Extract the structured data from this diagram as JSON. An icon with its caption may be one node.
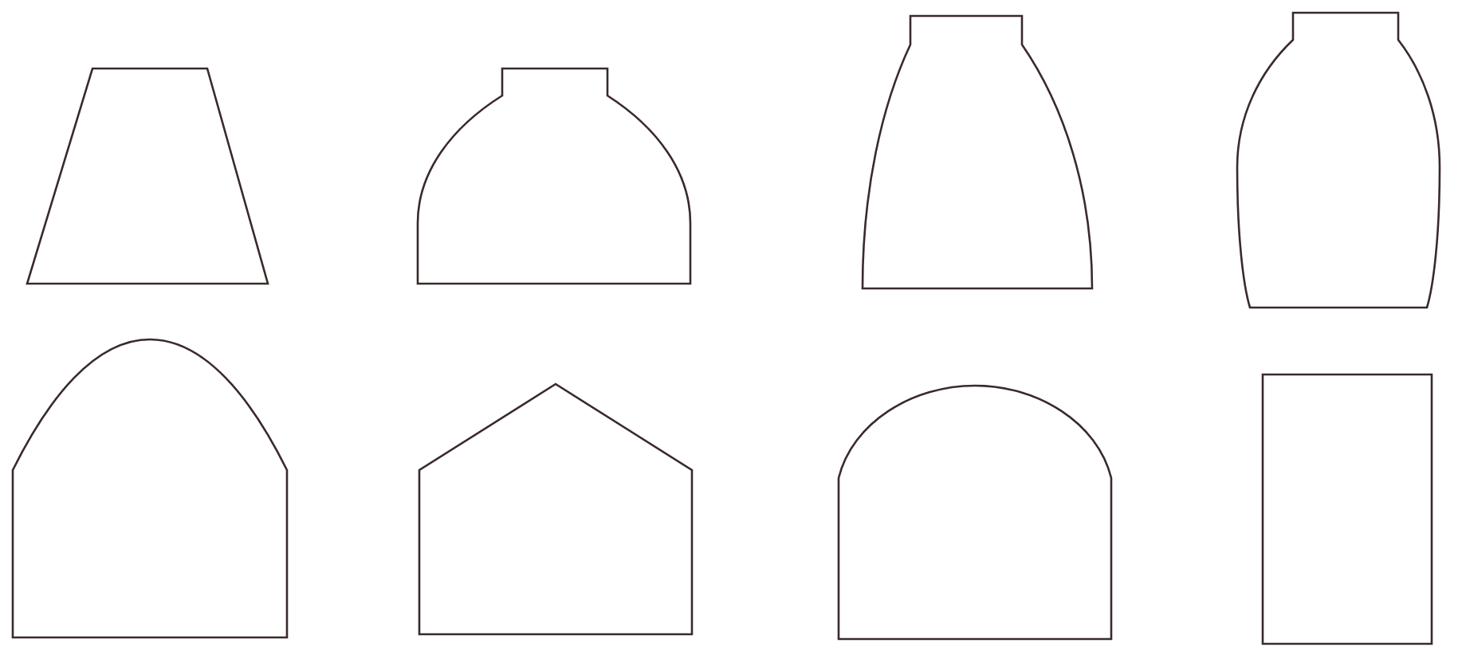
{
  "diagram": {
    "nodes": [
      {
        "text": [],
        "shape": "trapezoid"
      },
      {
        "text": [],
        "shape": "vase"
      },
      {
        "text": [],
        "shape": "vase"
      },
      {
        "text": [],
        "shape": "vase"
      },
      {
        "text": [],
        "shape": "arch"
      },
      {
        "text": [],
        "shape": "pentagon"
      },
      {
        "text": [],
        "shape": "arch"
      },
      {
        "text": [],
        "shape": "box"
      }
    ]
  }
}
